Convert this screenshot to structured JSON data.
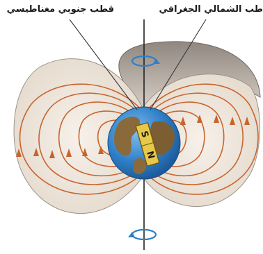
{
  "labels": {
    "magnetic_south_pole": "قطب جنوبي مغناطيسي",
    "geographic_north_pole": "طب الشمالي الجغرافي"
  },
  "magnet": {
    "pole_letters": [
      "S",
      "N"
    ]
  },
  "colors": {
    "field_lines": "#c8642e",
    "field_fill": "#ece3d8",
    "field_shadow": "#a59c94",
    "ocean": "#2f7fc7",
    "land": "#8a6a3a",
    "magnet": "#e8c84a",
    "rotation_arrow": "#2f80c8",
    "axis_line": "#222222"
  },
  "icons": {
    "top_rotation": "rotation-arrow-icon",
    "bottom_rotation": "rotation-arrow-icon"
  }
}
